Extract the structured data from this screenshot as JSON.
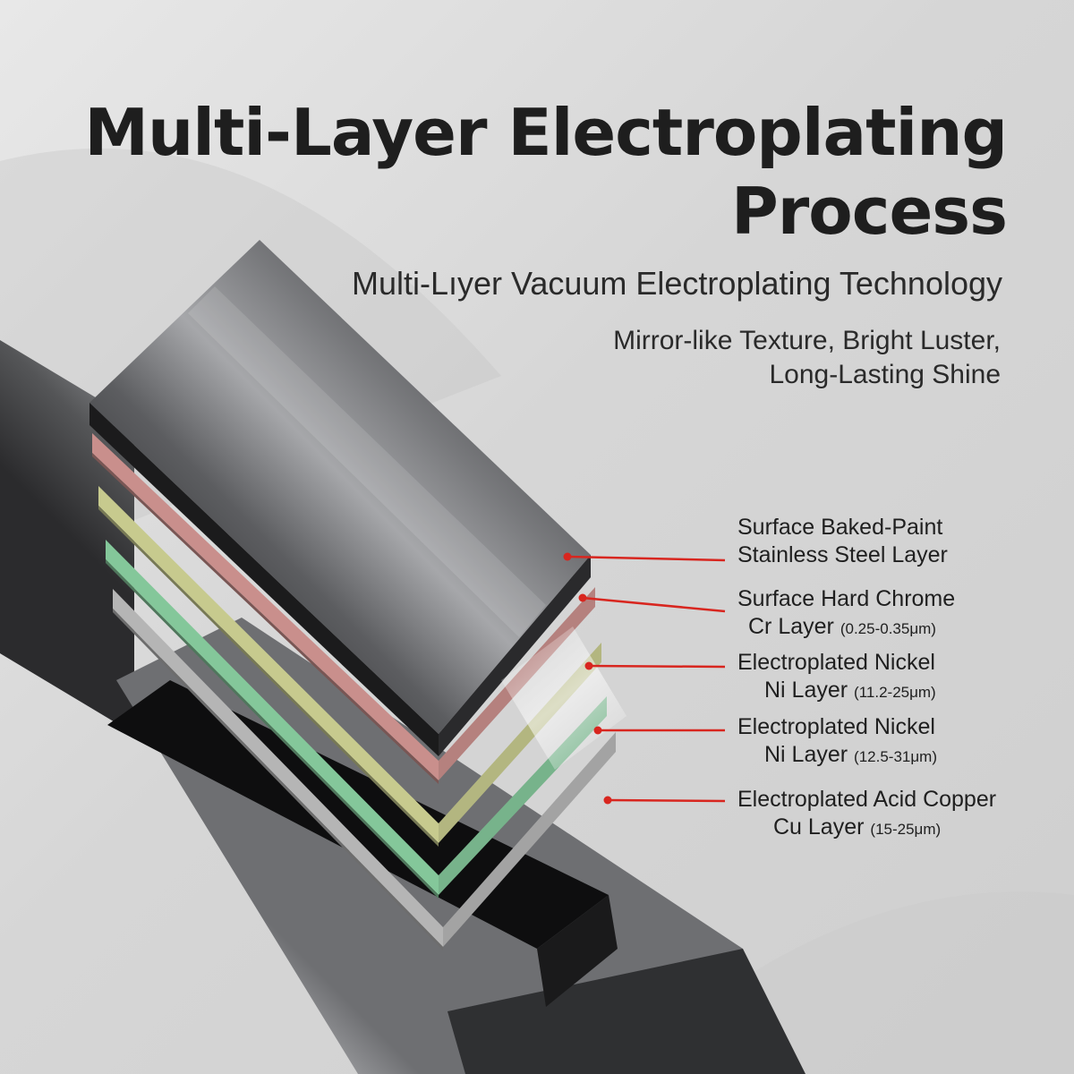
{
  "title": {
    "line1": "Multi-Layer Electroplating",
    "line2": "Process"
  },
  "subtitle": "Multi-Lıyer Vacuum Electroplating Technology",
  "tagline": {
    "line1": "Mirror-like Texture, Bright Luster,",
    "line2": "Long-Lasting Shine"
  },
  "layers": [
    {
      "line1": "Surface Baked-Paint",
      "line2": "Stainless Steel Layer",
      "spec": "",
      "color": "#4a4b4d"
    },
    {
      "line1": "Surface Hard Chrome",
      "line2": "Cr Layer",
      "spec": "(0.25-0.35μm)",
      "color": "#c98f8c"
    },
    {
      "line1": "Electroplated Nickel",
      "line2": "Ni Layer",
      "spec": "(11.2-25μm)",
      "color": "#c7ca8e"
    },
    {
      "line1": "Electroplated Nickel",
      "line2": "Ni Layer",
      "spec": "(12.5-31μm)",
      "color": "#84c79a"
    },
    {
      "line1": "Electroplated Acid Copper",
      "line2": "Cu Layer",
      "spec": "(15-25μm)",
      "color": "#b5b5b5"
    }
  ],
  "colors": {
    "background": "#dcdcdc",
    "title": "#1e1e1e",
    "leader_line": "#d8261f",
    "core": "#111111"
  }
}
